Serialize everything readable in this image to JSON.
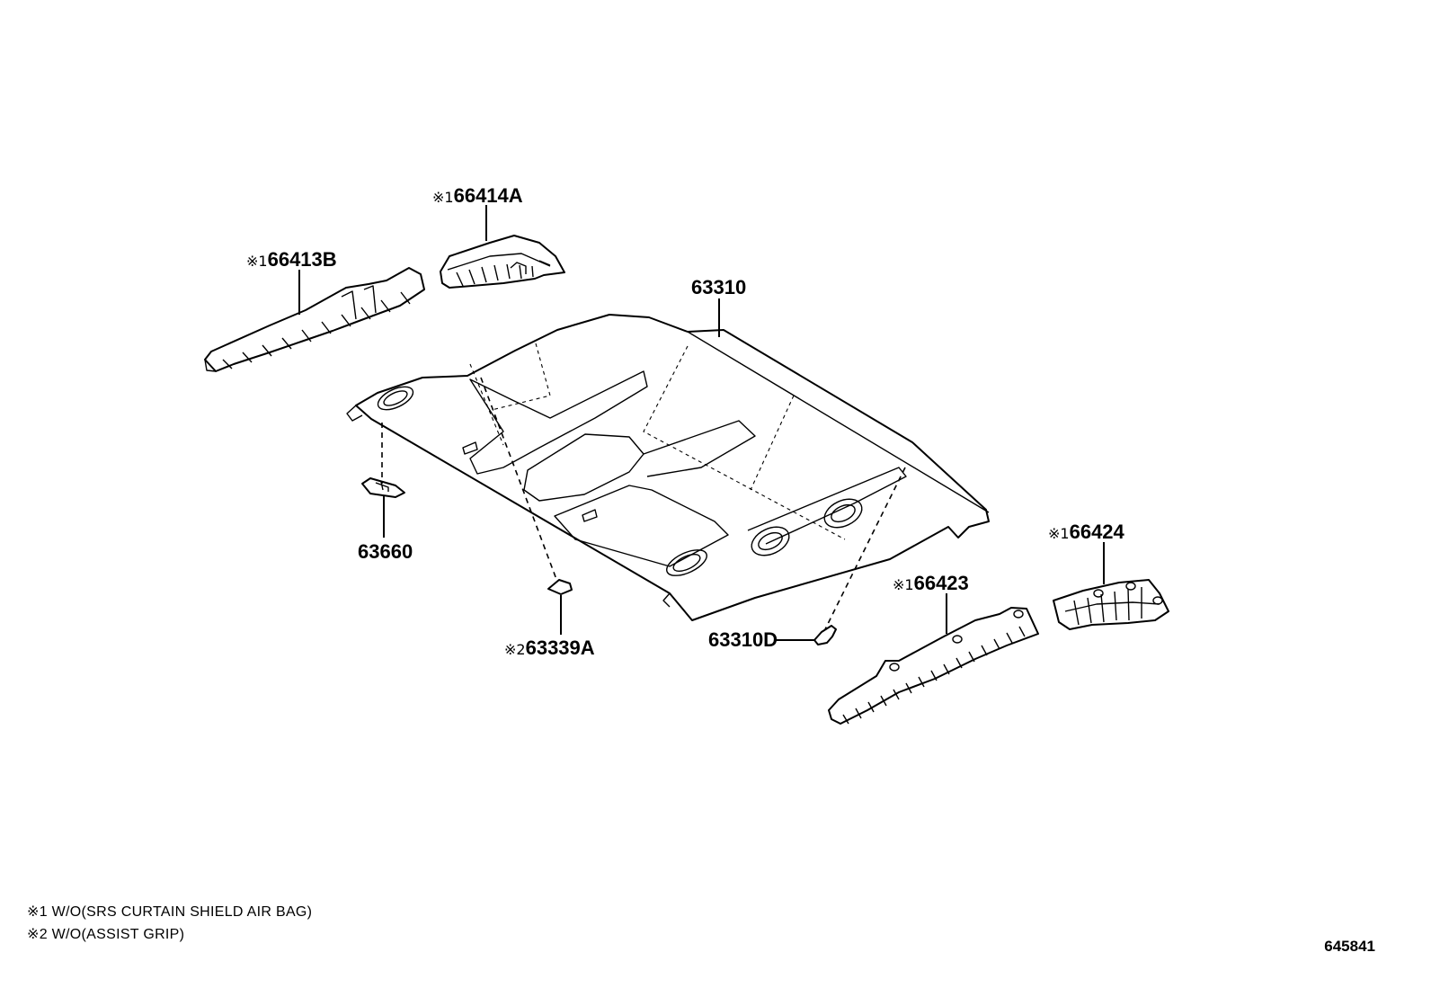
{
  "parts": {
    "headliner": {
      "number": "63310",
      "mark": ""
    },
    "headliner_clip": {
      "number": "63310D",
      "mark": ""
    },
    "sun_visor_holder": {
      "number": "63660",
      "mark": ""
    },
    "grip_cap": {
      "number": "63339A",
      "mark": "※2"
    },
    "rh_rail_pad_a": {
      "number": "66413B",
      "mark": "※1"
    },
    "rh_rail_pad_b": {
      "number": "66414A",
      "mark": "※1"
    },
    "lh_rail_pad_a": {
      "number": "66423",
      "mark": "※1"
    },
    "lh_rail_pad_b": {
      "number": "66424",
      "mark": "※1"
    }
  },
  "notes": [
    "※1 W/O(SRS CURTAIN SHIELD AIR BAG)",
    "※2 W/O(ASSIST GRIP)"
  ],
  "diagram_number": "645841"
}
